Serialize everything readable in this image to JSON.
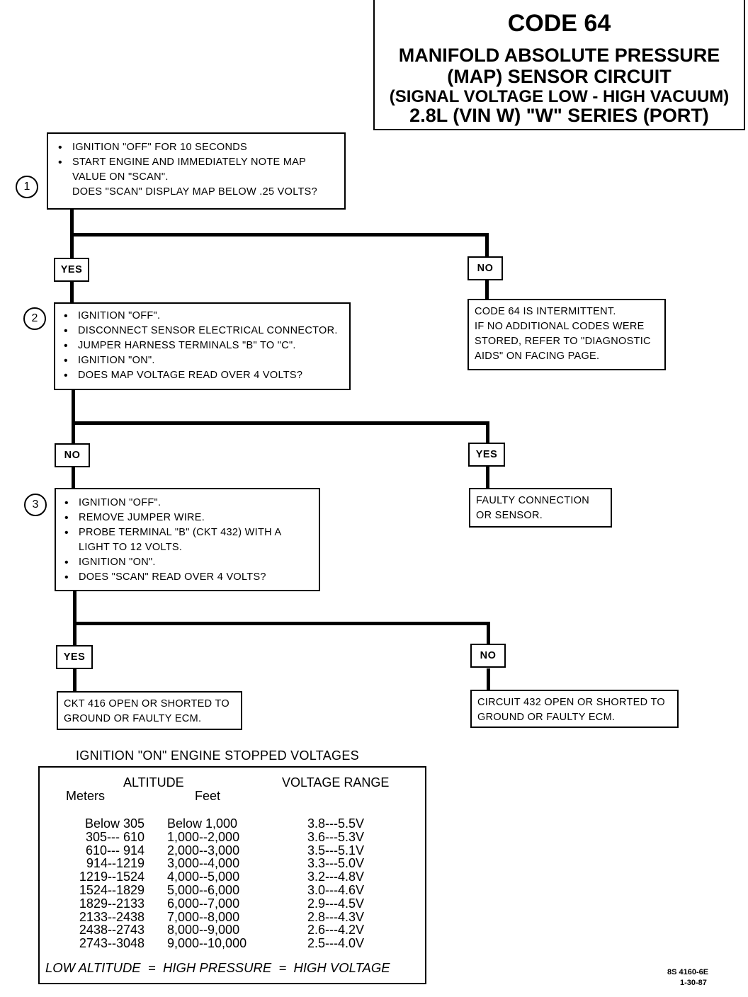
{
  "header": {
    "code": "CODE 64",
    "line1": "MANIFOLD ABSOLUTE PRESSURE",
    "line2": "(MAP) SENSOR CIRCUIT",
    "line3": "(SIGNAL VOLTAGE LOW - HIGH VACUUM)",
    "line4": "2.8L  (VIN W)  \"W\"  SERIES  (PORT)"
  },
  "steps": [
    {
      "number": "1",
      "lines": [
        {
          "bullet": true,
          "text": "IGNITION \"OFF\" FOR 10 SECONDS"
        },
        {
          "bullet": true,
          "text": "START ENGINE AND IMMEDIATELY NOTE MAP"
        },
        {
          "bullet": false,
          "text": "VALUE ON \"SCAN\"."
        },
        {
          "bullet": false,
          "text": "DOES \"SCAN\" DISPLAY MAP BELOW .25 VOLTS?"
        }
      ]
    },
    {
      "number": "2",
      "lines": [
        {
          "bullet": true,
          "text": "IGNITION \"OFF\"."
        },
        {
          "bullet": true,
          "text": "DISCONNECT SENSOR ELECTRICAL CONNECTOR."
        },
        {
          "bullet": true,
          "text": "JUMPER HARNESS TERMINALS \"B\" TO \"C\"."
        },
        {
          "bullet": true,
          "text": "IGNITION \"ON\"."
        },
        {
          "bullet": true,
          "text": "DOES MAP VOLTAGE READ OVER 4 VOLTS?"
        }
      ]
    },
    {
      "number": "3",
      "lines": [
        {
          "bullet": true,
          "text": "IGNITION \"OFF\"."
        },
        {
          "bullet": true,
          "text": "REMOVE JUMPER WIRE."
        },
        {
          "bullet": true,
          "text": "PROBE TERMINAL \"B\" (CKT 432) WITH A"
        },
        {
          "bullet": false,
          "text": "LIGHT TO 12 VOLTS."
        },
        {
          "bullet": true,
          "text": "IGNITION \"ON\"."
        },
        {
          "bullet": true,
          "text": "DOES \"SCAN\" READ OVER 4 VOLTS?"
        }
      ]
    }
  ],
  "labels": {
    "s1_yes": "YES",
    "s1_no": "NO",
    "s2_no": "NO",
    "s2_yes": "YES",
    "s3_yes": "YES",
    "s3_no": "NO"
  },
  "results": {
    "intermittent": [
      "CODE 64 IS INTERMITTENT.",
      "IF NO ADDITIONAL CODES WERE",
      "STORED, REFER TO \"DIAGNOSTIC",
      "AIDS\" ON FACING PAGE."
    ],
    "faulty_connection": [
      "FAULTY CONNECTION",
      "OR SENSOR."
    ],
    "ckt416": [
      "CKT 416 OPEN OR SHORTED TO",
      "GROUND OR FAULTY ECM."
    ],
    "circuit432": [
      "CIRCUIT 432 OPEN OR SHORTED TO",
      "GROUND OR FAULTY ECM."
    ]
  },
  "voltage_table": {
    "title": "IGNITION \"ON\" ENGINE STOPPED VOLTAGES",
    "altitude_header": "ALTITUDE",
    "meters_header": "Meters",
    "feet_header": "Feet",
    "range_header": "VOLTAGE RANGE",
    "meters": [
      "Below 305",
      "305--- 610",
      "610--- 914",
      "914--1219",
      "1219--1524",
      "1524--1829",
      "1829--2133",
      "2133--2438",
      "2438--2743",
      "2743--3048"
    ],
    "feet": [
      "Below 1,000",
      "1,000--2,000",
      "2,000--3,000",
      "3,000--4,000",
      "4,000--5,000",
      "5,000--6,000",
      "6,000--7,000",
      "7,000--8,000",
      "8,000--9,000",
      "9,000--10,000"
    ],
    "ranges": [
      "3.8---5.5V",
      "3.6---5.3V",
      "3.5---5.1V",
      "3.3---5.0V",
      "3.2---4.8V",
      "3.0---4.6V",
      "2.9---4.5V",
      "2.8---4.3V",
      "2.6---4.2V",
      "2.5---4.0V"
    ],
    "footer": "LOW ALTITUDE  =  HIGH PRESSURE  =  HIGH VOLTAGE"
  },
  "doc_ref": {
    "number": "8S 4160-6E",
    "date": "1-30-87"
  }
}
